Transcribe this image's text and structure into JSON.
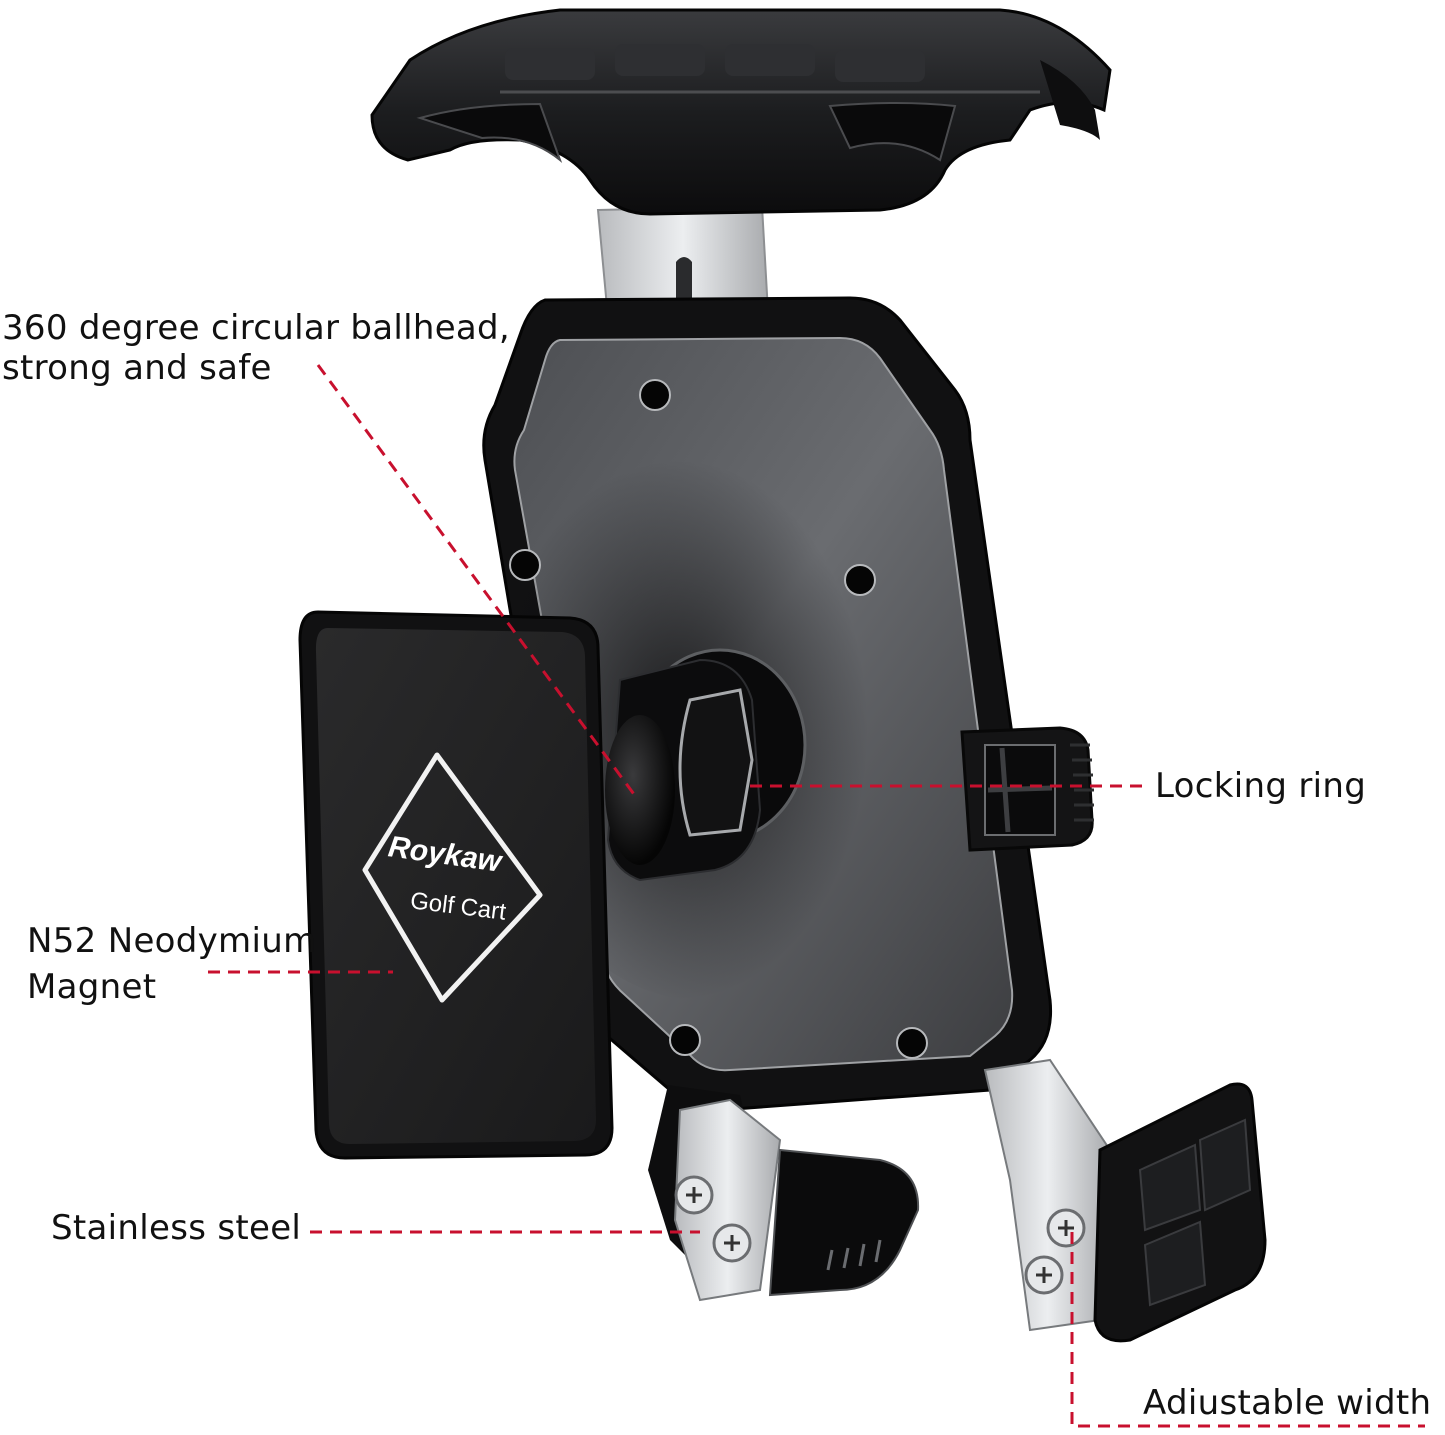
{
  "diagram": {
    "subject": "Golf cart phone holder with magnetic mount",
    "colors": {
      "background": "#ffffff",
      "leader_line": "#c8102e",
      "label_text": "#111111",
      "body_dark": "#121212",
      "plate_gray": "#5a5c60",
      "steel": "#d6d8da",
      "logo_white": "#ffffff"
    },
    "callouts": [
      {
        "id": "ballhead",
        "lines": [
          "360 degree circular ballhead,",
          "strong and safe"
        ],
        "points_to": "ballhead joint"
      },
      {
        "id": "locking_ring",
        "lines": [
          "Locking ring"
        ],
        "points_to": "locking ring"
      },
      {
        "id": "magnet",
        "lines": [
          "N52 Neodymium",
          "Magnet"
        ],
        "points_to": "magnetic plate"
      },
      {
        "id": "stainless",
        "lines": [
          "Stainless steel"
        ],
        "points_to": "lower left clamp arm"
      },
      {
        "id": "adjustable",
        "lines": [
          "Adiustable width"
        ],
        "points_to": "lower right clamp arm"
      }
    ],
    "logo": {
      "brand": "Roykaw",
      "subtitle": "Golf Cart"
    }
  }
}
